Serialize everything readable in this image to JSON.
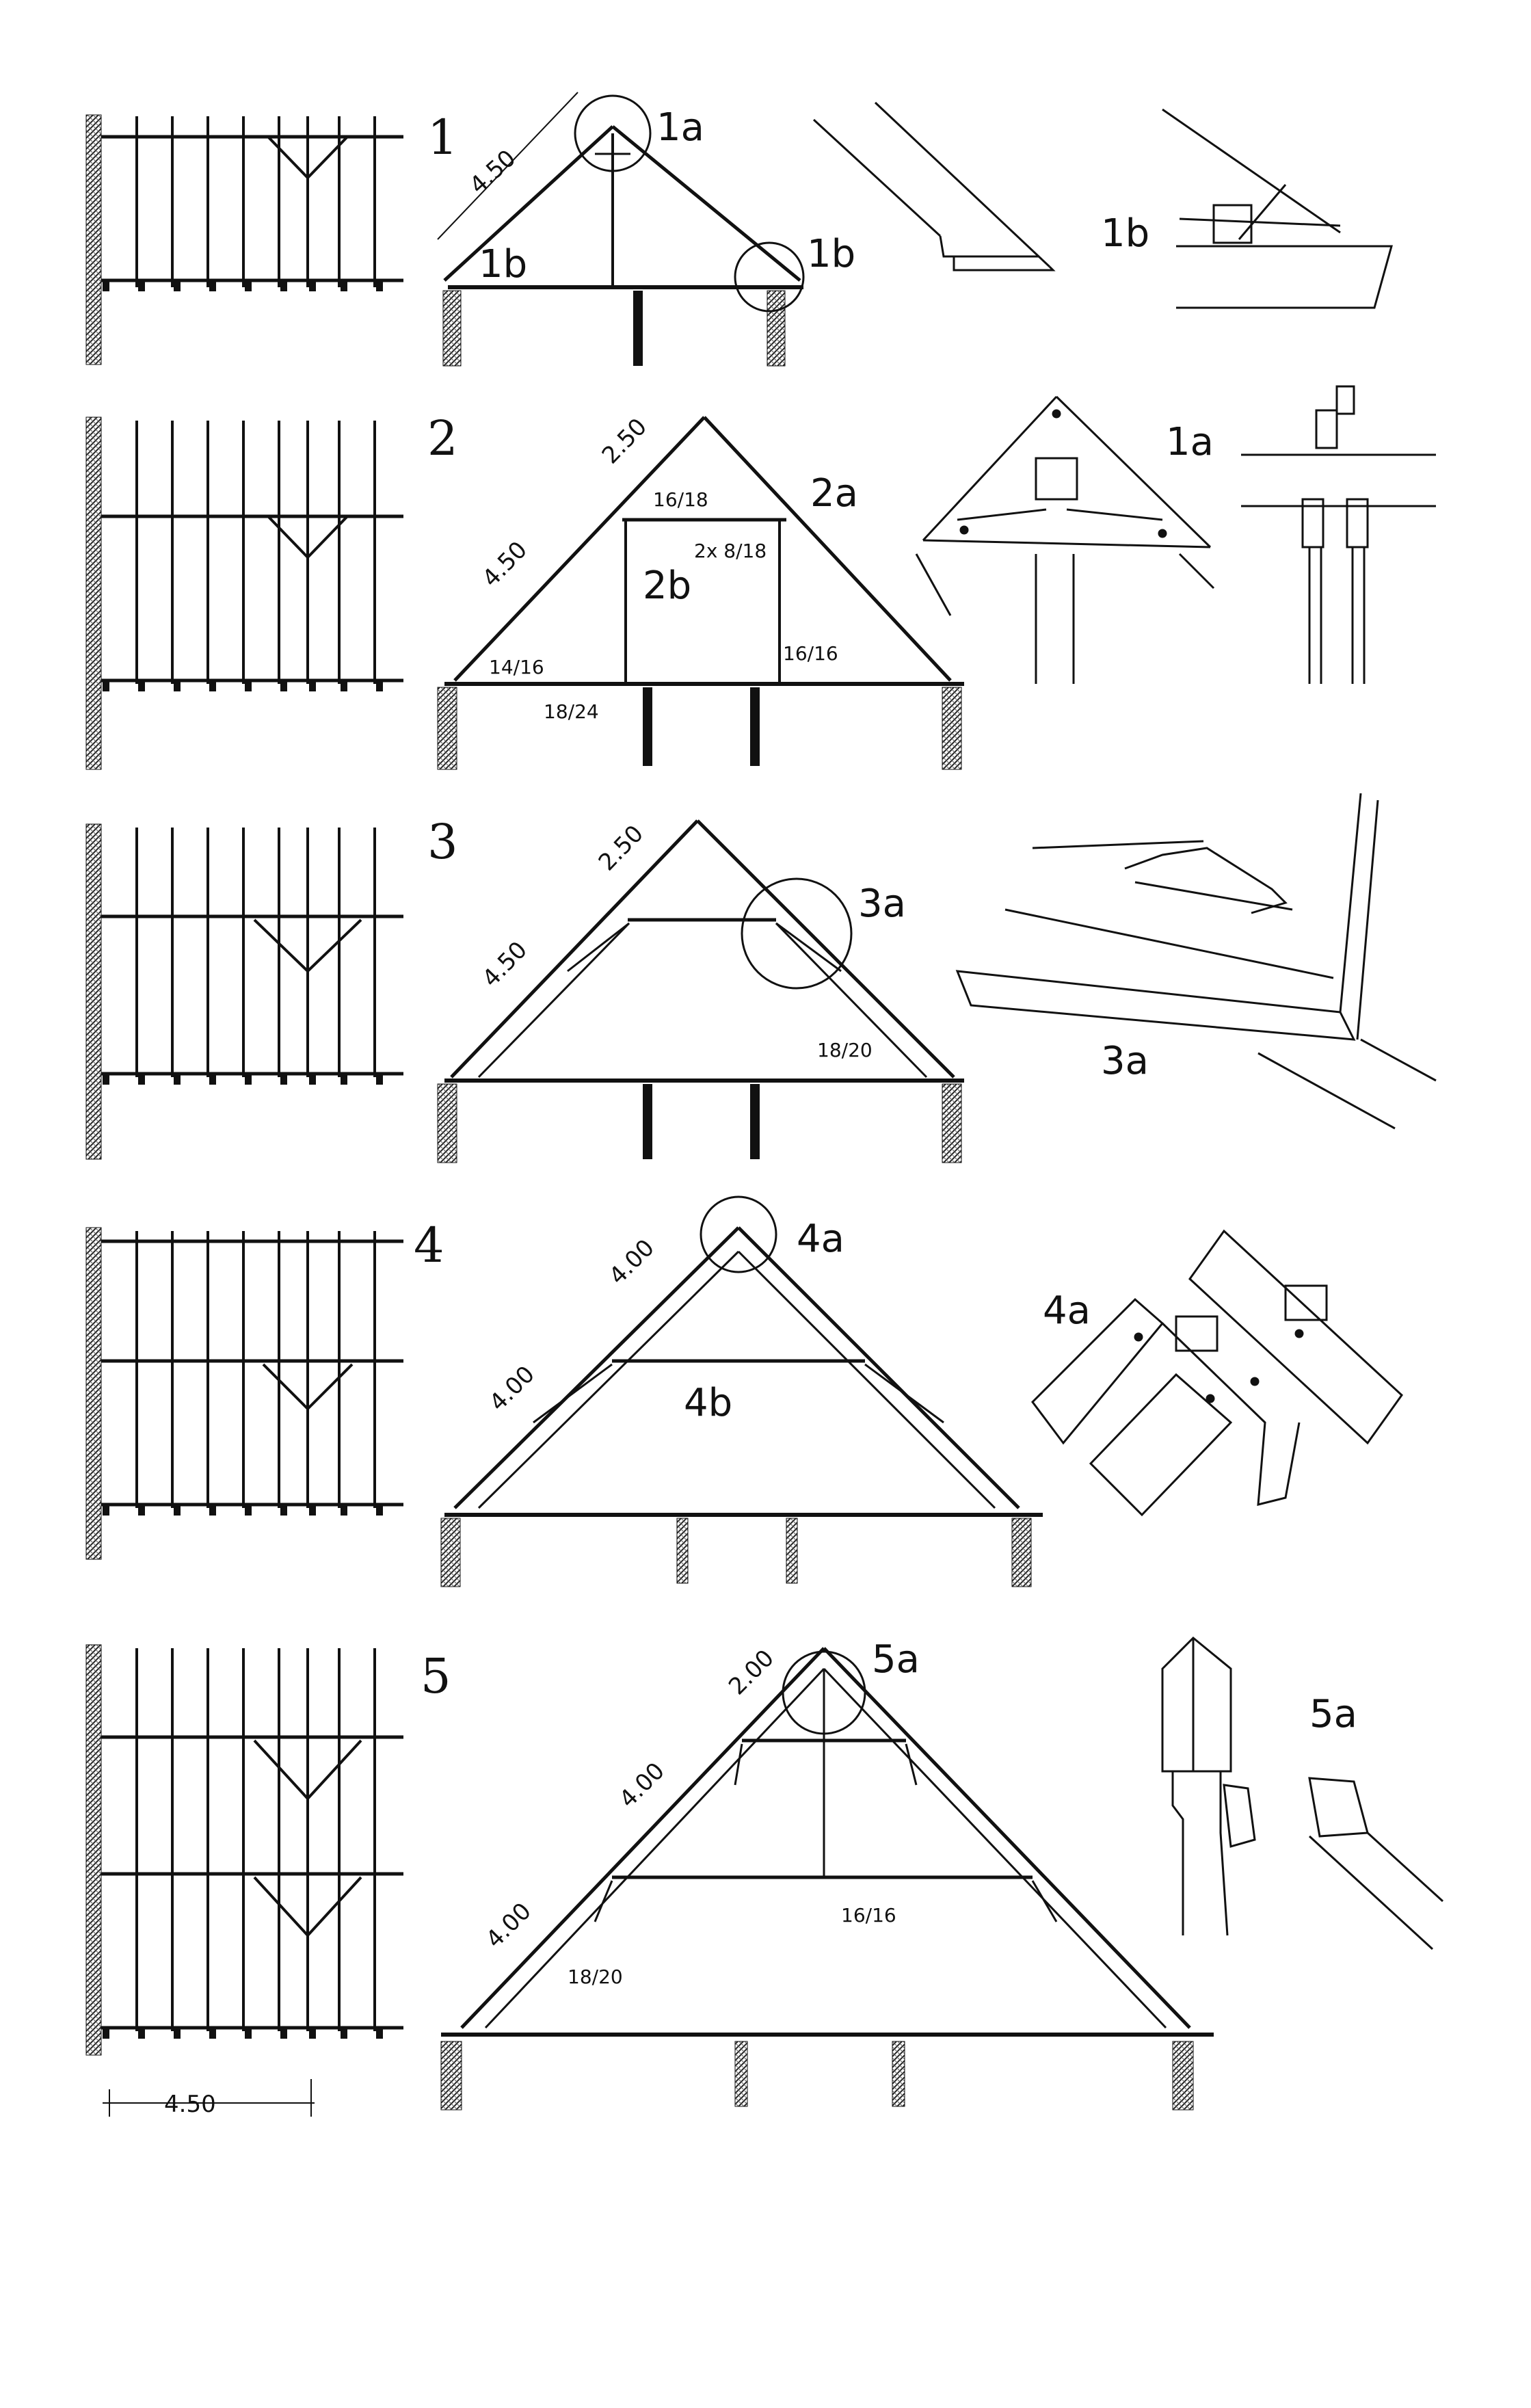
{
  "colors": {
    "ink": "#111111",
    "paper": "#ffffff"
  },
  "rows": [
    {
      "number": "1",
      "dims": [
        "4.50"
      ],
      "labels": [
        "1a",
        "1b",
        "1b"
      ],
      "detail_labels": [
        "1b"
      ]
    },
    {
      "number": "2",
      "dims": [
        "2.50",
        "4.50"
      ],
      "labels": [
        "2a",
        "2b"
      ],
      "sizes": [
        "16/18",
        "2x 8/18",
        "14/16",
        "16/16",
        "18/24"
      ],
      "detail_labels": [
        "1a"
      ]
    },
    {
      "number": "3",
      "dims": [
        "2.50",
        "4.50"
      ],
      "labels": [
        "3a"
      ],
      "sizes": [
        "18/20"
      ],
      "detail_labels": [
        "3a"
      ]
    },
    {
      "number": "4",
      "dims": [
        "4.00",
        "4.00"
      ],
      "labels": [
        "4a",
        "4b"
      ],
      "detail_labels": [
        "4a"
      ]
    },
    {
      "number": "5",
      "dims": [
        "2.00",
        "4.00",
        "4.00"
      ],
      "labels": [
        "5a"
      ],
      "sizes": [
        "16/16",
        "18/20"
      ],
      "detail_labels": [
        "5a"
      ]
    }
  ],
  "bottom_dim": "4.50"
}
